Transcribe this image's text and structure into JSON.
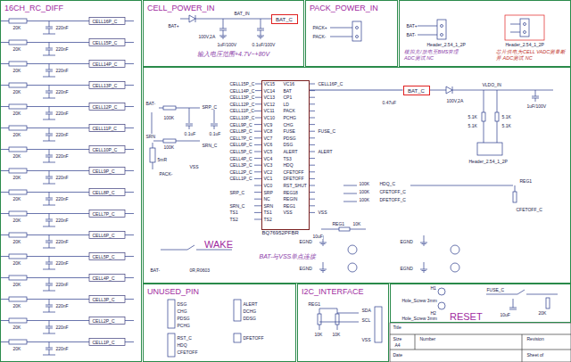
{
  "diagram": {
    "nodes": [
      {
        "text": [
          "16CH_RC_DIFF"
        ]
      },
      {
        "text": [
          "CELL_POWER_IN",
          "输入电压范围+4.7V~+80V"
        ]
      },
      {
        "text": [
          "BAT_C"
        ],
        "in": 1
      },
      {
        "text": [
          "PACK_POWER_IN"
        ]
      },
      {
        "text": [
          "模拟充/放电至BMS管理 ADC测试 NC",
          "芯片供电为CELL VADC测量断开 ADC测试 NC"
        ]
      },
      {
        "text": [
          "WAKE"
        ]
      },
      {
        "text": [
          "BAT_C"
        ],
        "in": 5
      },
      {
        "text": [
          "BQ76952PFBR"
        ],
        "in": 5
      },
      {
        "text": [
          "UNUSED_PIN"
        ]
      },
      {
        "text": [
          "I2C_INTERFACE"
        ]
      },
      {
        "text": [
          "RESET"
        ]
      }
    ],
    "edges": [
      {
        "from": 7,
        "to": 6,
        "arrow": "none"
      }
    ],
    "labels": [
      "20K",
      "220nF",
      "CELL16P_C",
      "20K",
      "220nF",
      "CELL15P_C",
      "20K",
      "220nF",
      "CELL14P_C",
      "20K",
      "220nF",
      "CELL13P_C",
      "20K",
      "220nF",
      "CELL12P_C",
      "20K",
      "220nF",
      "CELL11P_C",
      "20K",
      "220nF",
      "CELL10P_C",
      "20K",
      "220nF",
      "CELL9P_C",
      "20K",
      "220nF",
      "CELL8P_C",
      "20K",
      "220nF",
      "CELL7P_C",
      "20K",
      "220nF",
      "CELL6P_C",
      "20K",
      "220nF",
      "CELL5P_C",
      "20K",
      "220nF",
      "CELL4P_C",
      "20K",
      "220nF",
      "CELL3P_C",
      "20K",
      "220nF",
      "CELL2P_C",
      "20K",
      "220nF",
      "CELL1P_C",
      "BAT+",
      "100V,2A",
      "1uF/100V",
      "BAT_IN",
      "0.1uF/100V",
      "PACK+",
      "PACK-",
      "BAT+",
      "BAT-",
      "Header_2.54_1_2P",
      "Header_2.54_1_2P",
      "VC15",
      "VC14",
      "VC13",
      "VC12",
      "VC11",
      "VC10",
      "VC9",
      "VC8",
      "VC7",
      "VC6",
      "VC5",
      "VC4",
      "VC3",
      "VC2",
      "VC1",
      "VC0",
      "SRP",
      "NC",
      "SRN",
      "TS1",
      "TS2",
      "CELL15P_C",
      "CELL14P_C",
      "CELL13P_C",
      "CELL12P_C",
      "CELL11P_C",
      "CELL10P_C",
      "CELL9P_C",
      "CELL8P_C",
      "CELL7P_C",
      "CELL6P_C",
      "CELL5P_C",
      "CELL4P_C",
      "CELL3P_C",
      "CELL2P_C",
      "CELL1P_C",
      "SRP_C",
      "SRN_C",
      "TS1",
      "TS2",
      "VC16",
      "BAT",
      "CP1",
      "LD",
      "PACK",
      "PCHG",
      "CHG",
      "FUSE",
      "PDSG",
      "DSG",
      "ALERT",
      "TS3",
      "HDQ",
      "CFETOFF",
      "DFETOFF",
      "RST_SHUT",
      "REG18",
      "REGIN",
      "REG1",
      "VSS",
      "CELL16P_C",
      "FUSE_C",
      "ALERT",
      "VSS",
      "BAT-",
      "100K",
      "SRP_C",
      "0.1uF",
      "0.1uF",
      "SRN",
      "100K",
      "SRN_C",
      "5mR",
      "PACK-",
      "VSS",
      "10uF",
      "REG1",
      "10K",
      "0R,R0603",
      "BAT-",
      "BAT-与VSS单点连接",
      "EGND",
      "EGND",
      "EGND",
      "EGND",
      "0.47uF",
      "VLDO_IN",
      "100V,2A",
      "1uF/100V",
      "5.1K",
      "5.1K",
      "5.1K",
      "5.1K",
      "Header_2.54_1_2P",
      "100K",
      "100K",
      "100K",
      "HDQ_C",
      "CFETOFF_C",
      "DFETOFF_C",
      "REG1",
      "CFETOFF_C",
      "DSG",
      "CHG",
      "PDSG",
      "PCHG",
      "RST_C",
      "HDQ",
      "CFETOFF",
      "ALERT",
      "DCHG",
      "DDSG",
      "DFETOFF",
      "REG1",
      "10K",
      "10K",
      "SDA",
      "SCL",
      "VSS",
      "H1",
      "Hole_Screw 3mm",
      "H2",
      "Hole_Screw 3mm",
      "FUSE_C",
      "20K",
      "10uF",
      "Title",
      "Size",
      "Number",
      "Revision",
      "A4",
      "Date",
      "Sheet of"
    ]
  }
}
